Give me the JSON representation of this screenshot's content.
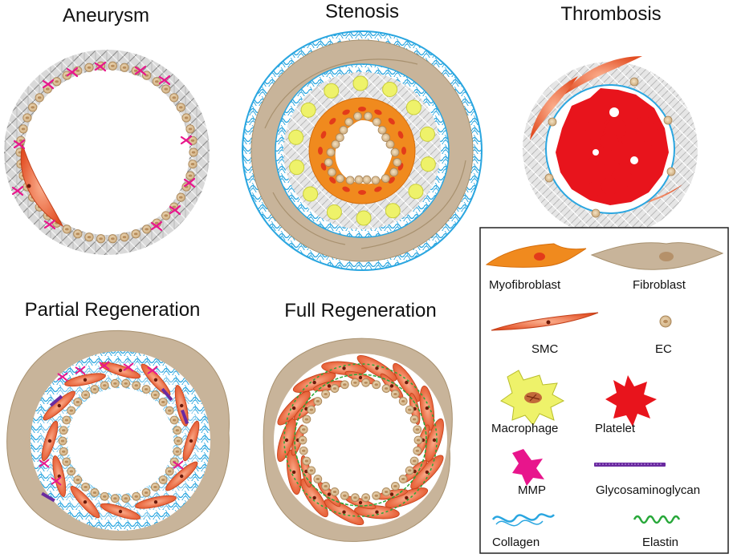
{
  "panels": {
    "aneurysm": "Aneurysm",
    "stenosis": "Stenosis",
    "thrombosis": "Thrombosis",
    "partial": "Partial Regeneration",
    "full": "Full Regeneration"
  },
  "legend": {
    "myofibroblast": "Myofibroblast",
    "fibroblast": "Fibroblast",
    "smc": "SMC",
    "ec": "EC",
    "macrophage": "Macrophage",
    "platelet": "Platelet",
    "mmp": "MMP",
    "glycosaminoglycan": "Glycosaminoglycan",
    "collagen": "Collagen",
    "elastin": "Elastin"
  },
  "colors": {
    "fibroblast": "#c8b49a",
    "myofibroblast": "#f08a1e",
    "smc": "#f26a3c",
    "ec": "#e2c9a2",
    "macrophage": "#eef26a",
    "platelet": "#e8141c",
    "mmp": "#e8158c",
    "glycosaminoglycan": "#6a2aa0",
    "collagen": "#2aa6e0",
    "elastin": "#28a83a"
  }
}
